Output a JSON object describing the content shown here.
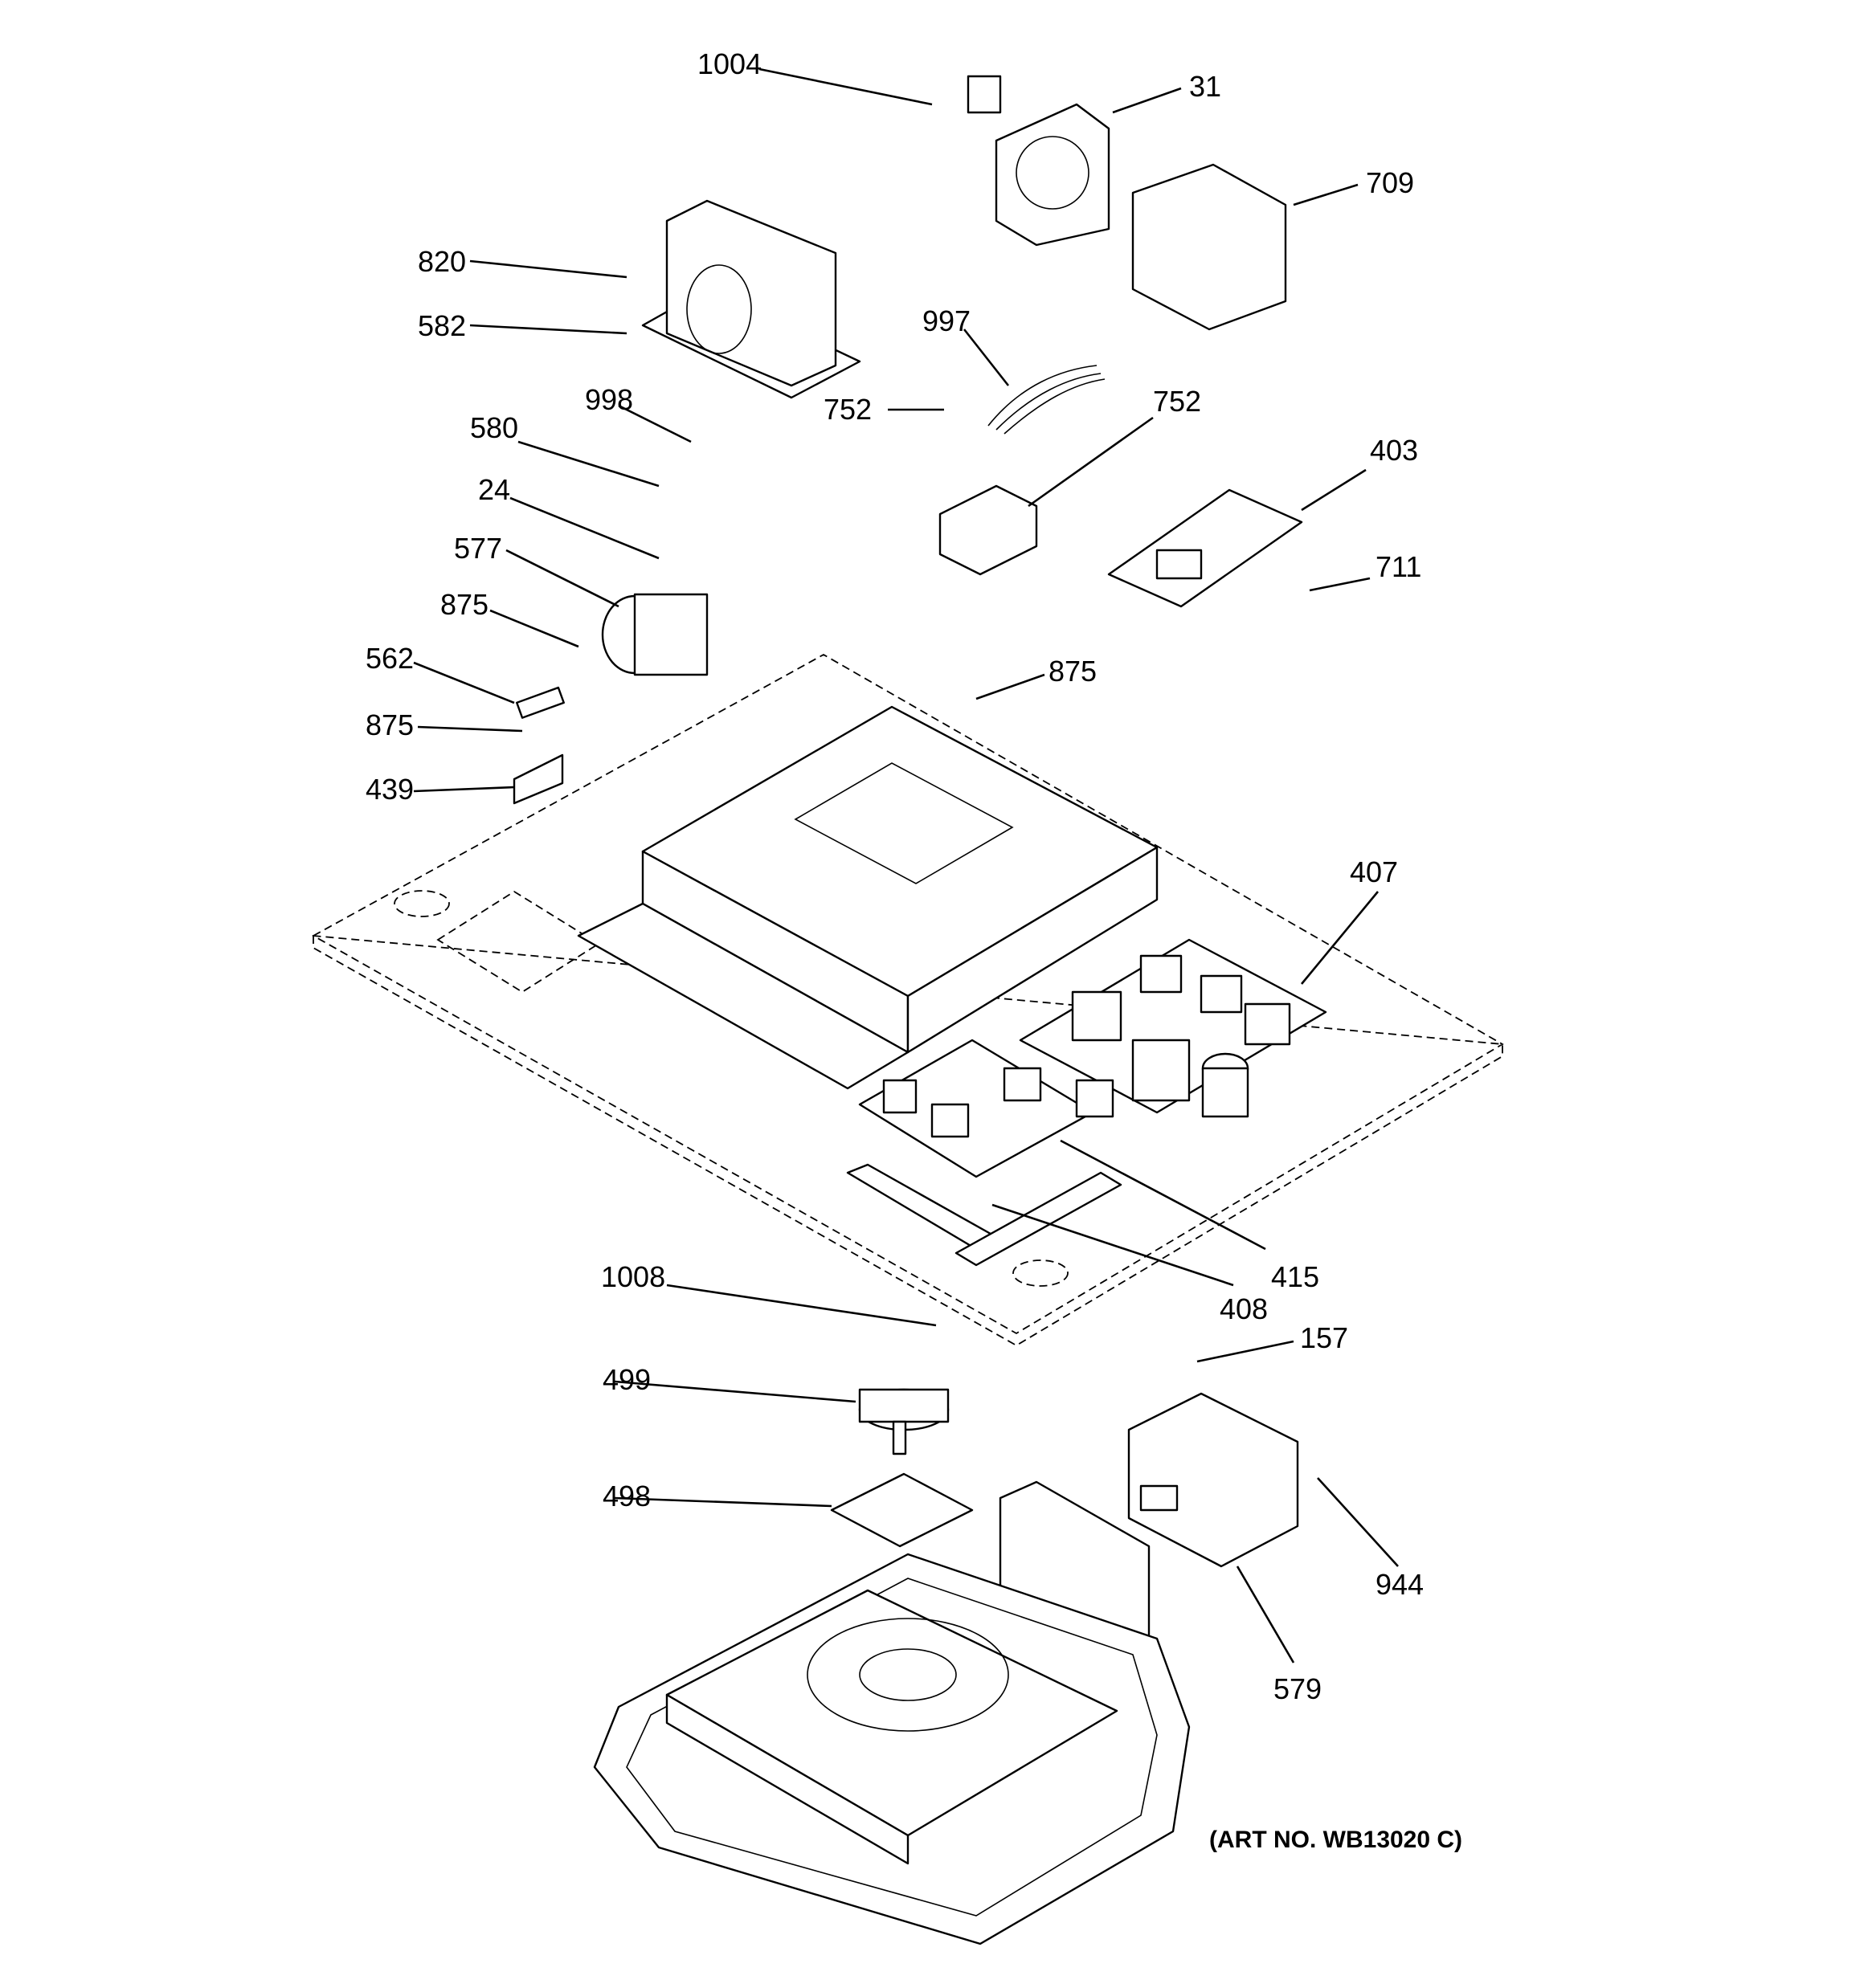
{
  "diagram": {
    "art_number": "(ART NO. WB13020 C)",
    "callouts": [
      {
        "id": "1004",
        "label": "1004"
      },
      {
        "id": "31",
        "label": "31"
      },
      {
        "id": "709",
        "label": "709"
      },
      {
        "id": "820",
        "label": "820"
      },
      {
        "id": "582",
        "label": "582"
      },
      {
        "id": "997",
        "label": "997"
      },
      {
        "id": "752a",
        "label": "752"
      },
      {
        "id": "752b",
        "label": "752"
      },
      {
        "id": "998",
        "label": "998"
      },
      {
        "id": "580",
        "label": "580"
      },
      {
        "id": "24",
        "label": "24"
      },
      {
        "id": "403",
        "label": "403"
      },
      {
        "id": "577",
        "label": "577"
      },
      {
        "id": "711",
        "label": "711"
      },
      {
        "id": "875a",
        "label": "875"
      },
      {
        "id": "875b",
        "label": "875"
      },
      {
        "id": "562",
        "label": "562"
      },
      {
        "id": "875c",
        "label": "875"
      },
      {
        "id": "439",
        "label": "439"
      },
      {
        "id": "407",
        "label": "407"
      },
      {
        "id": "415",
        "label": "415"
      },
      {
        "id": "408",
        "label": "408"
      },
      {
        "id": "1008",
        "label": "1008"
      },
      {
        "id": "157",
        "label": "157"
      },
      {
        "id": "499",
        "label": "499"
      },
      {
        "id": "498",
        "label": "498"
      },
      {
        "id": "944",
        "label": "944"
      },
      {
        "id": "579",
        "label": "579"
      }
    ]
  }
}
